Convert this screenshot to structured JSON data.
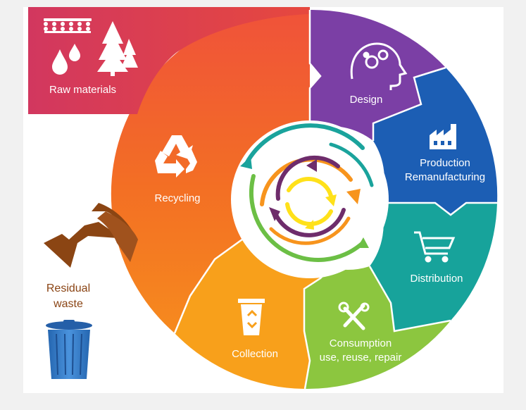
{
  "diagram": {
    "raw_materials_label": "Raw materials",
    "recycling_label": "Recycling",
    "design_label": "Design",
    "production_label_line1": "Production",
    "production_label_line2": "Remanufacturing",
    "distribution_label": "Distribution",
    "consumption_label_line1": "Consumption",
    "consumption_label_line2": "use, reuse, repair",
    "collection_label": "Collection",
    "residual_label_line1": "Residual",
    "residual_label_line2": "waste"
  },
  "colors": {
    "raw_materials": "#d7385e",
    "recycling": "#f26a2c",
    "design": "#7a3ea6",
    "production": "#1b5fb5",
    "distribution": "#15a19a",
    "consumption": "#8cc63e",
    "collection": "#f7a21a",
    "residual_arrow": "#8b4513",
    "trash_can": "#2f77c4"
  },
  "icons": {
    "raw_materials": [
      "wheat-icon",
      "water-drop-icon",
      "tree-icon"
    ],
    "recycling": "recycle-icon",
    "design": "head-gears-icon",
    "production": "factory-icon",
    "distribution": "shopping-cart-icon",
    "consumption": "tools-icon",
    "collection": "recycle-bin-icon",
    "residual": "trash-can-icon"
  }
}
